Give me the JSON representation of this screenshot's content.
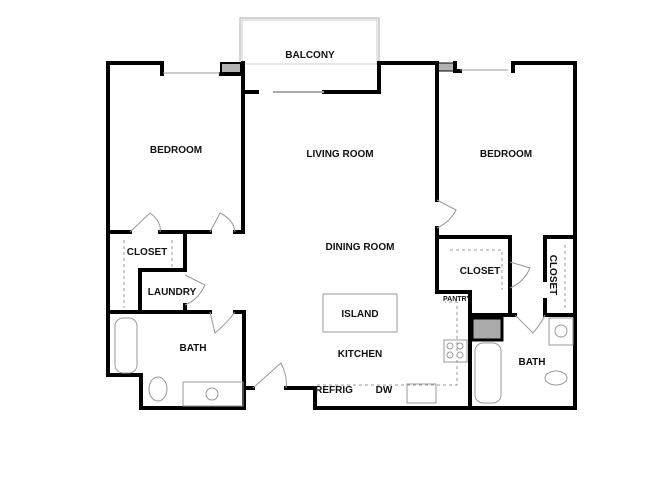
{
  "rooms": {
    "balcony": "BALCONY",
    "living_room": "LIVING ROOM",
    "bedroom_left": "BEDROOM",
    "bedroom_right": "BEDROOM",
    "dining_room": "DINING ROOM",
    "closet_left": "CLOSET",
    "laundry": "LAUNDRY",
    "island": "ISLAND",
    "kitchen": "KITCHEN",
    "bath_left": "BATH",
    "pantry": "PANTRY",
    "closet_right": "CLOSET",
    "closet_right_vertical": "CLOSET",
    "bath_right": "BATH",
    "refrig": "REFRIG",
    "dw": "DW"
  },
  "colors": {
    "wall": "#000000",
    "fixture": "#999999",
    "column": "#b3b3b3"
  }
}
